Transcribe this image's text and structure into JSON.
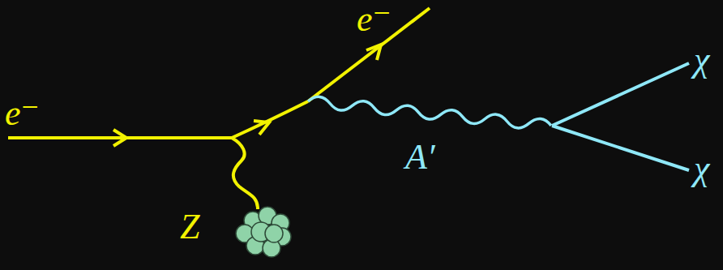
{
  "diagram": {
    "labels": [
      "e⁻",
      "e⁻",
      "A′",
      "χ",
      "χ",
      "Z"
    ]
  }
}
